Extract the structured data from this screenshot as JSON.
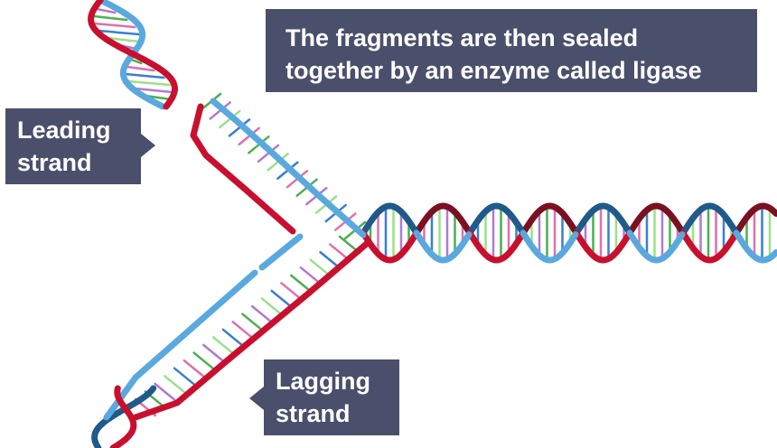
{
  "caption": {
    "line1": "The fragments are then sealed",
    "line2": "together by an enzyme called ligase"
  },
  "labels": {
    "leading": {
      "line1": "Leading",
      "line2": "strand"
    },
    "lagging": {
      "line1": "Lagging",
      "line2": "strand"
    }
  },
  "colors": {
    "strand_red": "#c8102e",
    "strand_red_dark": "#7a1020",
    "strand_blue": "#5aa9de",
    "strand_blue_dark": "#1f5a8a",
    "label_bg": "#4a4f6b",
    "base_colors": [
      "#4caf50",
      "#e06fae",
      "#3a7fd0",
      "#9be08a",
      "#b07ad0"
    ]
  }
}
